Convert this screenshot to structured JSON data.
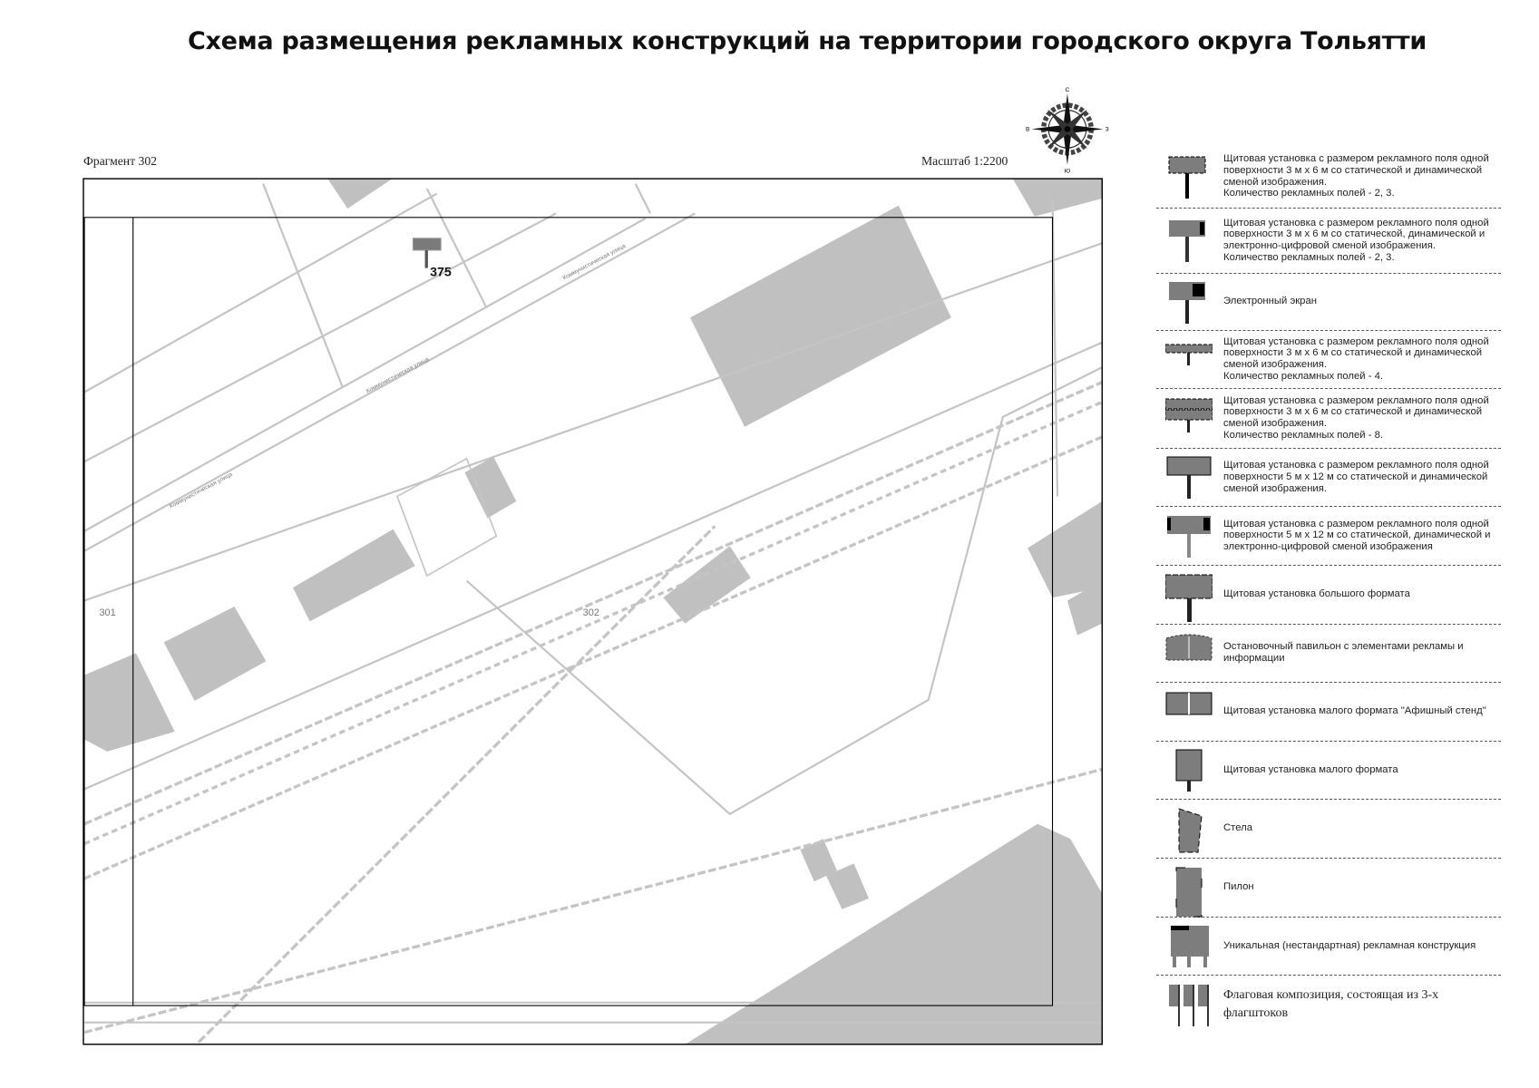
{
  "title": "Схема размещения рекламных конструкций на территории городского округа Тольятти",
  "fragment_label": "Фрагмент 302",
  "scale_label": "Масштаб 1:2200",
  "compass": {
    "icon": "compass-rose-icon",
    "n": "С",
    "s": "Ю",
    "w": "В",
    "e": "З"
  },
  "map": {
    "sign_number": "375",
    "sign_type": "billboard-3x6",
    "zone_labels": [
      "301",
      "302"
    ],
    "street_labels": [
      "Коммунистическая улица",
      "Коммунистическая улица",
      "Коммунистическая улица"
    ],
    "colors": {
      "building": "#c0c0c0",
      "road": "#c4c4c4",
      "frame": "#000000",
      "sign": "#7a7a7a"
    }
  },
  "legend": [
    {
      "icon": "billboard-icon",
      "text": "Щитовая установка с размером рекламного поля одной поверхности 3 м х 6 м со статической и динамической сменой изображения.\nКоличество рекламных полей - 2, 3."
    },
    {
      "icon": "billboard-digital-icon",
      "text": "Щитовая установка с размером рекламного поля одной поверхности 3 м х 6 м со статической, динамической и электронно-цифровой сменой изображения.\nКоличество рекламных полей - 2, 3."
    },
    {
      "icon": "electronic-screen-icon",
      "text": "Электронный экран"
    },
    {
      "icon": "billboard-4-fields-icon",
      "text": "Щитовая установка с размером рекламного поля одной поверхности 3 м х 6 м со статической и динамической сменой изображения.\nКоличество рекламных полей - 4."
    },
    {
      "icon": "billboard-8-fields-icon",
      "text": "Щитовая установка с размером рекламного поля одной поверхности 3 м х 6 м со статической и динамической сменой изображения.\nКоличество рекламных полей - 8."
    },
    {
      "icon": "billboard-5x12-icon",
      "text": "Щитовая установка с размером рекламного поля одной поверхности 5 м х 12 м со статической и динамической сменой изображения."
    },
    {
      "icon": "billboard-5x12-digital-icon",
      "text": "Щитовая установка с размером рекламного поля одной поверхности 5 м х 12 м со статической, динамической и электронно-цифровой сменой изображения"
    },
    {
      "icon": "large-format-billboard-icon",
      "text": "Щитовая установка большого формата"
    },
    {
      "icon": "bus-stop-pavilion-icon",
      "text": "Остановочный павильон с элементами рекламы и информации"
    },
    {
      "icon": "poster-stand-icon",
      "text": "Щитовая установка малого формата \"Афишный стенд\""
    },
    {
      "icon": "small-format-billboard-icon",
      "text": "Щитовая установка малого формата"
    },
    {
      "icon": "stela-icon",
      "text": "Стела"
    },
    {
      "icon": "pylon-icon",
      "text": "Пилон"
    },
    {
      "icon": "unique-construction-icon",
      "text": "Уникальная (нестандартная) рекламная конструкция"
    },
    {
      "icon": "flag-composition-icon",
      "text": "Флаговая композиция, состоящая из 3-х флагштоков"
    }
  ]
}
